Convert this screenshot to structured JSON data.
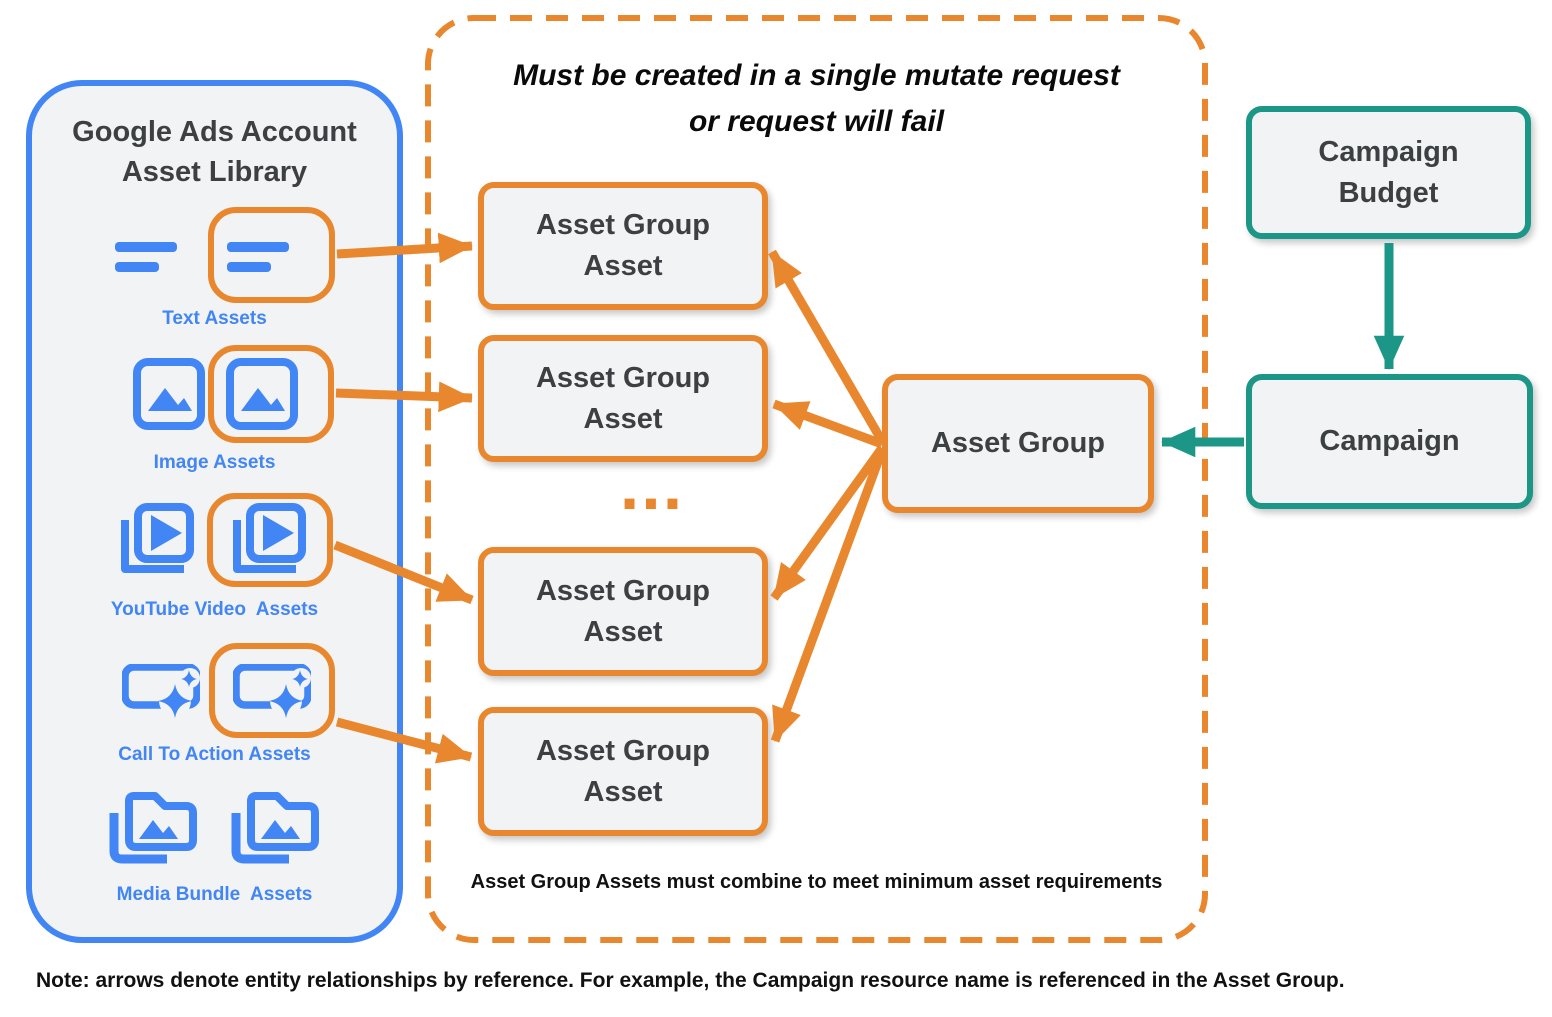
{
  "colors": {
    "orange": "#E8872D",
    "blue": "#4285F4",
    "teal": "#1B9687",
    "node_fill": "#F1F3F4",
    "node_text": "#3C4043",
    "black_text": "#111111"
  },
  "icons": {
    "text": "text-asset-icon",
    "image": "image-asset-icon",
    "youtube": "youtube-video-asset-icon",
    "cta": "call-to-action-asset-icon",
    "media": "media-bundle-asset-icon"
  },
  "library": {
    "title_line1": "Google Ads Account",
    "title_line2": "Asset Library",
    "items": [
      {
        "label": "Text Assets"
      },
      {
        "label": "Image Assets"
      },
      {
        "label": "YouTube Video  Assets"
      },
      {
        "label": "Call To Action Assets"
      },
      {
        "label": "Media Bundle  Assets"
      }
    ]
  },
  "mutate_box": {
    "title_line1": "Must be created in a single mutate request",
    "title_line2": "or request will fail",
    "ellipsis": "...",
    "caption": "Asset Group Assets must combine to meet minimum asset requirements"
  },
  "nodes": {
    "asset_group_asset_line1": "Asset Group",
    "asset_group_asset_line2": "Asset",
    "asset_group": "Asset Group",
    "campaign_budget_line1": "Campaign",
    "campaign_budget_line2": "Budget",
    "campaign": "Campaign"
  },
  "note": "Note: arrows denote entity relationships by reference. For example, the Campaign resource name is referenced in the Asset Group."
}
